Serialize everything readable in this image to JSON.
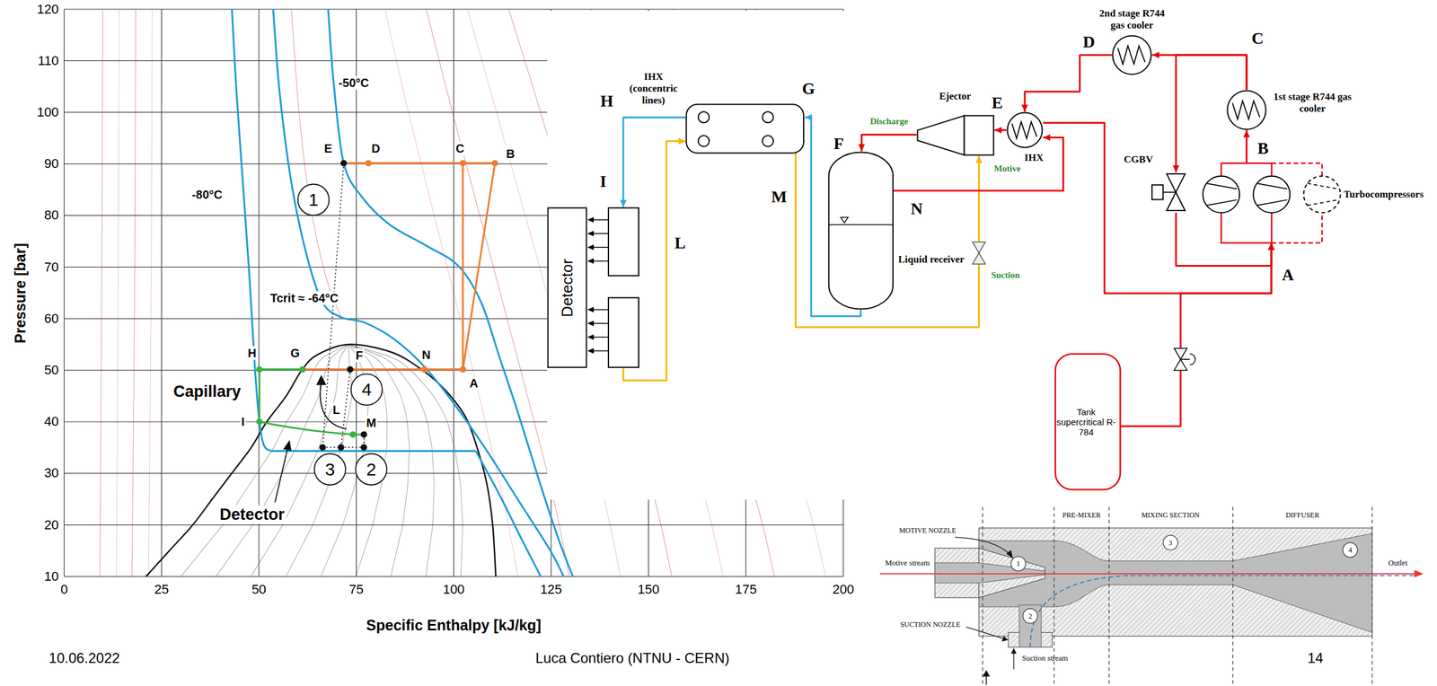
{
  "diagram": {
    "nodes": [
      {
        "text": [
          "IHX (concentric lines)"
        ]
      },
      {
        "text": [
          "Detector"
        ]
      },
      {
        "text": [
          "Liquid receiver"
        ]
      },
      {
        "text": [
          "Ejector"
        ]
      },
      {
        "text": [
          "IHX"
        ]
      },
      {
        "text": [
          "2nd stage R744 gas cooler"
        ]
      },
      {
        "text": [
          "1st stage R744 gas cooler"
        ]
      },
      {
        "text": [
          "CGBV"
        ]
      },
      {
        "text": [
          "Turbocompressors"
        ]
      },
      {
        "text": [
          "Tank supercritical R-784"
        ]
      }
    ],
    "edges": [
      {
        "from": 8,
        "to": 6,
        "arrow": "to"
      },
      {
        "from": 6,
        "to": 5,
        "arrow": "to"
      },
      {
        "from": 6,
        "to": 7,
        "arrow": "to"
      },
      {
        "from": 5,
        "to": 4,
        "arrow": "to"
      },
      {
        "from": 4,
        "to": 3,
        "label": "Motive",
        "arrow": "to"
      },
      {
        "from": 3,
        "to": 2,
        "label": "Discharge",
        "arrow": "to"
      },
      {
        "from": 2,
        "to": 0,
        "arrow": "to"
      },
      {
        "from": 0,
        "to": 1,
        "arrow": "to"
      },
      {
        "from": 1,
        "to": 0,
        "arrow": "to"
      },
      {
        "from": 0,
        "to": 3,
        "label": "Suction",
        "arrow": "to"
      },
      {
        "from": 2,
        "to": 4,
        "arrow": "to"
      },
      {
        "from": 4,
        "to": 8,
        "arrow": "to"
      },
      {
        "from": 7,
        "to": 8,
        "arrow": "to"
      },
      {
        "from": 9,
        "to": 8,
        "arrow": "to"
      }
    ],
    "labels": [
      "120",
      "110",
      "100",
      "90",
      "80",
      "70",
      "60",
      "50",
      "40",
      "30",
      "20",
      "10",
      "0",
      "25",
      "50",
      "75",
      "100",
      "125",
      "150",
      "175",
      "200",
      "Pressure [bar]",
      "Specific Enthalpy [kJ/kg]",
      "-50°C",
      "-80°C",
      "Tcrit ≈ -64°C",
      "E",
      "D",
      "C",
      "B",
      "H",
      "G",
      "F",
      "N",
      "A",
      "I",
      "L",
      "M",
      "1",
      "4",
      "3",
      "2",
      "Capillary",
      "Detector",
      "10.06.2022",
      "Luca Contiero (NTNU - CERN)",
      "14",
      "H",
      "G",
      "I",
      "L",
      "M",
      "F",
      "E",
      "D",
      "C",
      "B",
      "N",
      "A",
      "MOTIVE NOZZLE",
      "PRE-MIXER",
      "MIXING SECTION",
      "DIFFUSER",
      "Motive stream",
      "SUCTION NOZZLE",
      "Suction stream",
      "Outlet",
      "1",
      "2",
      "3",
      "4"
    ]
  }
}
